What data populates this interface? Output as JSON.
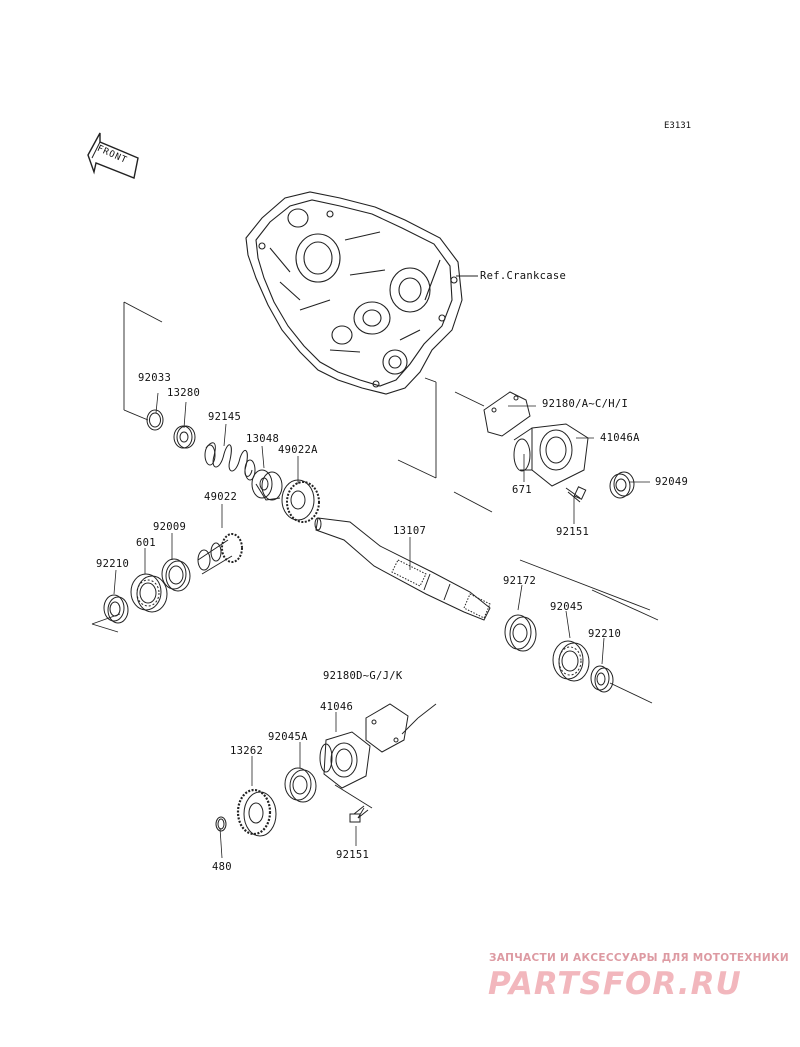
{
  "diagram_code": "E3131",
  "front_label": "FRONT",
  "crankcase_ref": "Ref.Crankcase",
  "part_labels": {
    "p92033": "92033",
    "p13280": "13280",
    "p92145": "92145",
    "p13048": "13048",
    "p49022A": "49022A",
    "p49022": "49022",
    "p92009": "92009",
    "p601": "601",
    "p92210a": "92210",
    "p13107": "13107",
    "p92180a": "92180/A~C/H/I",
    "p41046A": "41046A",
    "p92049": "92049",
    "p671": "671",
    "p92151a": "92151",
    "p92172": "92172",
    "p92045": "92045",
    "p92210b": "92210",
    "p92180d": "92180D~G/J/K",
    "p41046": "41046",
    "p92045A": "92045A",
    "p13262": "13262",
    "p480": "480",
    "p92151b": "92151"
  },
  "watermark": {
    "tagline": "ЗАПЧАСТИ И АКСЕССУАРЫ ДЛЯ МОТОТЕХНИКИ",
    "brand": "PARTSFOR.RU"
  }
}
